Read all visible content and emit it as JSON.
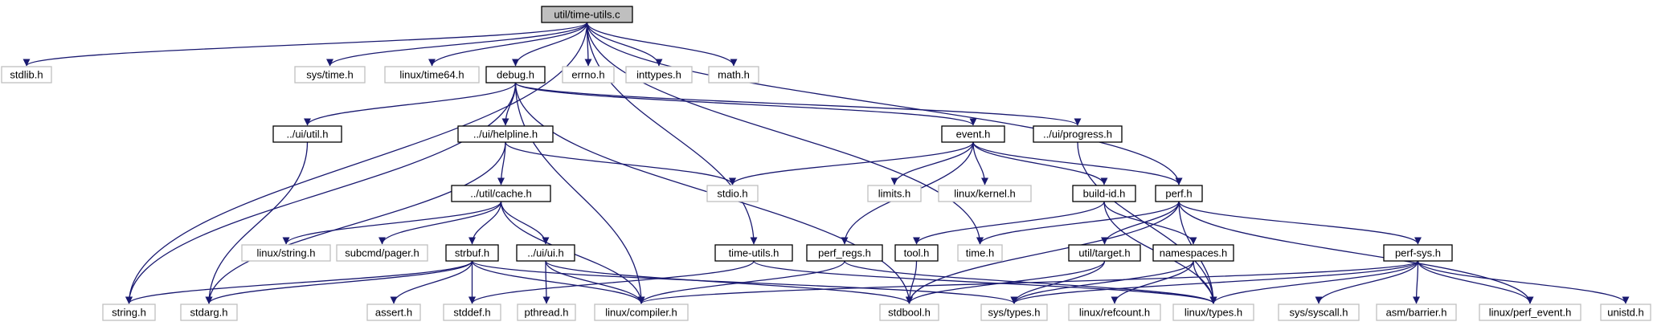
{
  "title": "util/time-utils.c",
  "colors": {
    "edge": "#191970",
    "root_fill": "#bfbfbf",
    "border_documented": "#000000",
    "border_external": "#bfbfbf",
    "text": "#000000",
    "background": "#ffffff"
  },
  "nodes": [
    {
      "id": "root",
      "label": "util/time-utils.c",
      "kind": "root"
    },
    {
      "id": "stdlib",
      "label": "stdlib.h",
      "kind": "external"
    },
    {
      "id": "systime",
      "label": "sys/time.h",
      "kind": "external"
    },
    {
      "id": "linuxtime64",
      "label": "linux/time64.h",
      "kind": "external"
    },
    {
      "id": "debug",
      "label": "debug.h",
      "kind": "documented"
    },
    {
      "id": "errno",
      "label": "errno.h",
      "kind": "external"
    },
    {
      "id": "inttypes",
      "label": "inttypes.h",
      "kind": "external"
    },
    {
      "id": "math",
      "label": "math.h",
      "kind": "external"
    },
    {
      "id": "uiutil",
      "label": "../ui/util.h",
      "kind": "documented"
    },
    {
      "id": "helpline",
      "label": "../ui/helpline.h",
      "kind": "documented"
    },
    {
      "id": "event",
      "label": "event.h",
      "kind": "documented"
    },
    {
      "id": "progress",
      "label": "../ui/progress.h",
      "kind": "documented"
    },
    {
      "id": "stdio",
      "label": "stdio.h",
      "kind": "external"
    },
    {
      "id": "limits",
      "label": "limits.h",
      "kind": "external"
    },
    {
      "id": "linuxkernel",
      "label": "linux/kernel.h",
      "kind": "external"
    },
    {
      "id": "buildid",
      "label": "build-id.h",
      "kind": "documented"
    },
    {
      "id": "perf",
      "label": "perf.h",
      "kind": "documented"
    },
    {
      "id": "cache",
      "label": "../util/cache.h",
      "kind": "documented"
    },
    {
      "id": "linuxstring",
      "label": "linux/string.h",
      "kind": "external"
    },
    {
      "id": "pager",
      "label": "subcmd/pager.h",
      "kind": "external"
    },
    {
      "id": "strbuf",
      "label": "strbuf.h",
      "kind": "documented"
    },
    {
      "id": "uiui",
      "label": "../ui/ui.h",
      "kind": "documented"
    },
    {
      "id": "timeutils",
      "label": "time-utils.h",
      "kind": "documented"
    },
    {
      "id": "perfregs",
      "label": "perf_regs.h",
      "kind": "documented"
    },
    {
      "id": "tool",
      "label": "tool.h",
      "kind": "documented"
    },
    {
      "id": "timeh",
      "label": "time.h",
      "kind": "external"
    },
    {
      "id": "target",
      "label": "util/target.h",
      "kind": "documented"
    },
    {
      "id": "namespaces",
      "label": "namespaces.h",
      "kind": "documented"
    },
    {
      "id": "perfsys",
      "label": "perf-sys.h",
      "kind": "documented"
    },
    {
      "id": "stringh",
      "label": "string.h",
      "kind": "external"
    },
    {
      "id": "stdarg",
      "label": "stdarg.h",
      "kind": "external"
    },
    {
      "id": "assert",
      "label": "assert.h",
      "kind": "external"
    },
    {
      "id": "stddef",
      "label": "stddef.h",
      "kind": "external"
    },
    {
      "id": "pthread",
      "label": "pthread.h",
      "kind": "external"
    },
    {
      "id": "compiler",
      "label": "linux/compiler.h",
      "kind": "external"
    },
    {
      "id": "stdbool",
      "label": "stdbool.h",
      "kind": "external"
    },
    {
      "id": "systypes",
      "label": "sys/types.h",
      "kind": "external"
    },
    {
      "id": "refcount",
      "label": "linux/refcount.h",
      "kind": "external"
    },
    {
      "id": "linuxtypes",
      "label": "linux/types.h",
      "kind": "external"
    },
    {
      "id": "syscall",
      "label": "sys/syscall.h",
      "kind": "external"
    },
    {
      "id": "barrier",
      "label": "asm/barrier.h",
      "kind": "external"
    },
    {
      "id": "perfevent",
      "label": "linux/perf_event.h",
      "kind": "external"
    },
    {
      "id": "unistd",
      "label": "unistd.h",
      "kind": "external"
    }
  ],
  "edges": [
    [
      "root",
      "stdlib"
    ],
    [
      "root",
      "systime"
    ],
    [
      "root",
      "linuxtime64"
    ],
    [
      "root",
      "debug"
    ],
    [
      "root",
      "errno"
    ],
    [
      "root",
      "inttypes"
    ],
    [
      "root",
      "math"
    ],
    [
      "root",
      "stringh"
    ],
    [
      "root",
      "timeutils"
    ],
    [
      "root",
      "timeh"
    ],
    [
      "root",
      "perf"
    ],
    [
      "debug",
      "uiutil"
    ],
    [
      "debug",
      "helpline"
    ],
    [
      "debug",
      "event"
    ],
    [
      "debug",
      "progress"
    ],
    [
      "debug",
      "stringh"
    ],
    [
      "debug",
      "compiler"
    ],
    [
      "debug",
      "stdbool"
    ],
    [
      "uiutil",
      "stdarg"
    ],
    [
      "helpline",
      "stdio"
    ],
    [
      "helpline",
      "stdarg"
    ],
    [
      "helpline",
      "cache"
    ],
    [
      "event",
      "stdio"
    ],
    [
      "event",
      "limits"
    ],
    [
      "event",
      "linuxkernel"
    ],
    [
      "event",
      "buildid"
    ],
    [
      "event",
      "perf"
    ],
    [
      "event",
      "perfregs"
    ],
    [
      "progress",
      "linuxtypes"
    ],
    [
      "buildid",
      "tool"
    ],
    [
      "buildid",
      "namespaces"
    ],
    [
      "buildid",
      "linuxtypes"
    ],
    [
      "perf",
      "timeh"
    ],
    [
      "perf",
      "target"
    ],
    [
      "perf",
      "perfsys"
    ],
    [
      "perf",
      "stdbool"
    ],
    [
      "perf",
      "linuxtypes"
    ],
    [
      "perf",
      "perfevent"
    ],
    [
      "cache",
      "linuxstring"
    ],
    [
      "cache",
      "pager"
    ],
    [
      "cache",
      "strbuf"
    ],
    [
      "cache",
      "uiui"
    ],
    [
      "cache",
      "compiler"
    ],
    [
      "strbuf",
      "stringh"
    ],
    [
      "strbuf",
      "stdarg"
    ],
    [
      "strbuf",
      "assert"
    ],
    [
      "strbuf",
      "stddef"
    ],
    [
      "strbuf",
      "compiler"
    ],
    [
      "strbuf",
      "systypes"
    ],
    [
      "uiui",
      "pthread"
    ],
    [
      "uiui",
      "compiler"
    ],
    [
      "uiui",
      "stdbool"
    ],
    [
      "timeutils",
      "stddef"
    ],
    [
      "timeutils",
      "linuxtypes"
    ],
    [
      "perfregs",
      "compiler"
    ],
    [
      "perfregs",
      "linuxtypes"
    ],
    [
      "tool",
      "stdbool"
    ],
    [
      "target",
      "stdbool"
    ],
    [
      "target",
      "systypes"
    ],
    [
      "namespaces",
      "systypes"
    ],
    [
      "namespaces",
      "refcount"
    ],
    [
      "namespaces",
      "linuxtypes"
    ],
    [
      "perfsys",
      "syscall"
    ],
    [
      "perfsys",
      "barrier"
    ],
    [
      "perfsys",
      "perfevent"
    ],
    [
      "perfsys",
      "unistd"
    ],
    [
      "perfsys",
      "linuxtypes"
    ],
    [
      "perfsys",
      "systypes"
    ],
    [
      "perfsys",
      "compiler"
    ]
  ]
}
